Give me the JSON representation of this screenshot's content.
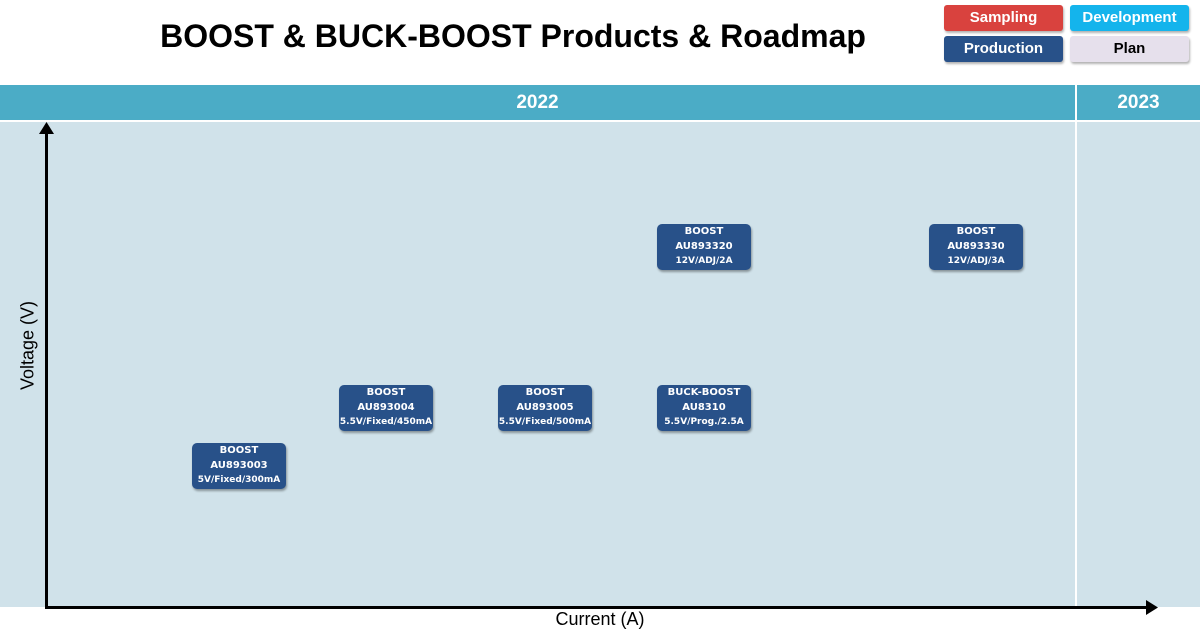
{
  "title": "BOOST & BUCK-BOOST Products & Roadmap",
  "legend": [
    {
      "label": "Sampling",
      "color": "#D9423E",
      "text_color": "#ffffff"
    },
    {
      "label": "Development",
      "color": "#14B4EC",
      "text_color": "#ffffff"
    },
    {
      "label": "Production",
      "color": "#285189",
      "text_color": "#ffffff"
    },
    {
      "label": "Plan",
      "color": "#E6E0EC",
      "text_color": "#000000"
    }
  ],
  "timeline": {
    "years": [
      "2022",
      "2023"
    ],
    "band_color": "#4BACC6"
  },
  "axes": {
    "y_label": "Voltage (V)",
    "x_label": "Current (A)"
  },
  "products": [
    {
      "type": "BOOST",
      "part": "AU893003",
      "spec": "5V/Fixed/300mA",
      "status": "Production"
    },
    {
      "type": "BOOST",
      "part": "AU893004",
      "spec": "5.5V/Fixed/450mA",
      "status": "Production"
    },
    {
      "type": "BOOST",
      "part": "AU893005",
      "spec": "5.5V/Fixed/500mA",
      "status": "Production"
    },
    {
      "type": "BUCK-BOOST",
      "part": "AU8310",
      "spec": "5.5V/Prog./2.5A",
      "status": "Production"
    },
    {
      "type": "BOOST",
      "part": "AU893320",
      "spec": "12V/ADJ/2A",
      "status": "Production"
    },
    {
      "type": "BOOST",
      "part": "AU893330",
      "spec": "12V/ADJ/3A",
      "status": "Production"
    }
  ]
}
